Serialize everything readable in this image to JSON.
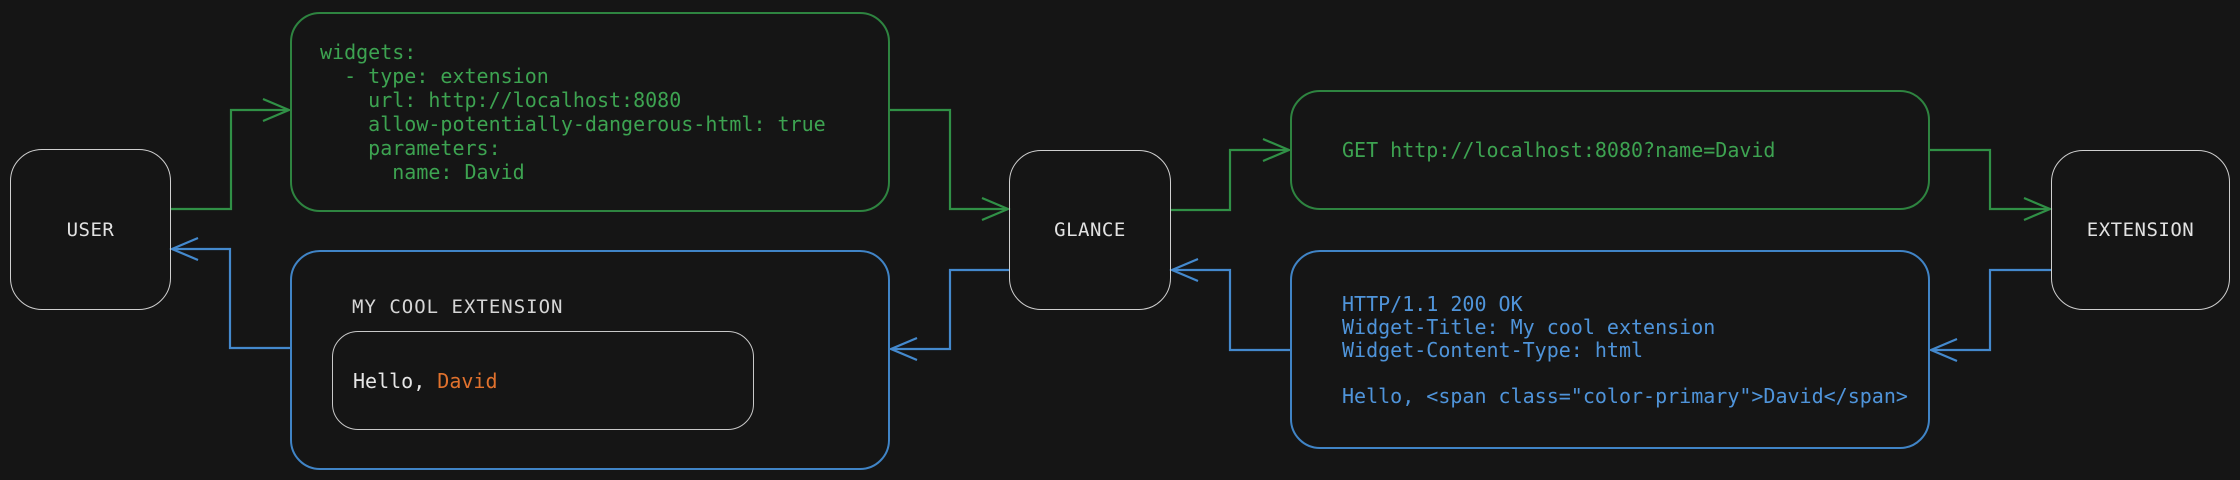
{
  "nodes": {
    "user": {
      "label": "USER"
    },
    "glance": {
      "label": "GLANCE"
    },
    "extension": {
      "label": "EXTENSION"
    }
  },
  "blocks": {
    "config": {
      "code": "widgets:\n  - type: extension\n    url: http://localhost:8080\n    allow-potentially-dangerous-html: true\n    parameters:\n      name: David"
    },
    "request": {
      "code": "GET http://localhost:8080?name=David"
    },
    "response": {
      "code": "HTTP/1.1 200 OK\nWidget-Title: My cool extension\nWidget-Content-Type: html\n\nHello, <span class=\"color-primary\">David</span>"
    },
    "widget": {
      "title": "MY COOL EXTENSION",
      "greeting_prefix": "Hello, ",
      "greeting_name": "David"
    }
  },
  "colors": {
    "background": "#151515",
    "green_line": "#309046",
    "green_border": "#2e8440",
    "green_text": "#3da351",
    "blue_line": "#4489cd",
    "blue_border": "#4084c6",
    "blue_text": "#4f94da",
    "gray_border": "#cfcfcf",
    "white_text": "#e2e2e2",
    "heading_text": "#d6d6d6",
    "orange_text": "#e0712d"
  }
}
